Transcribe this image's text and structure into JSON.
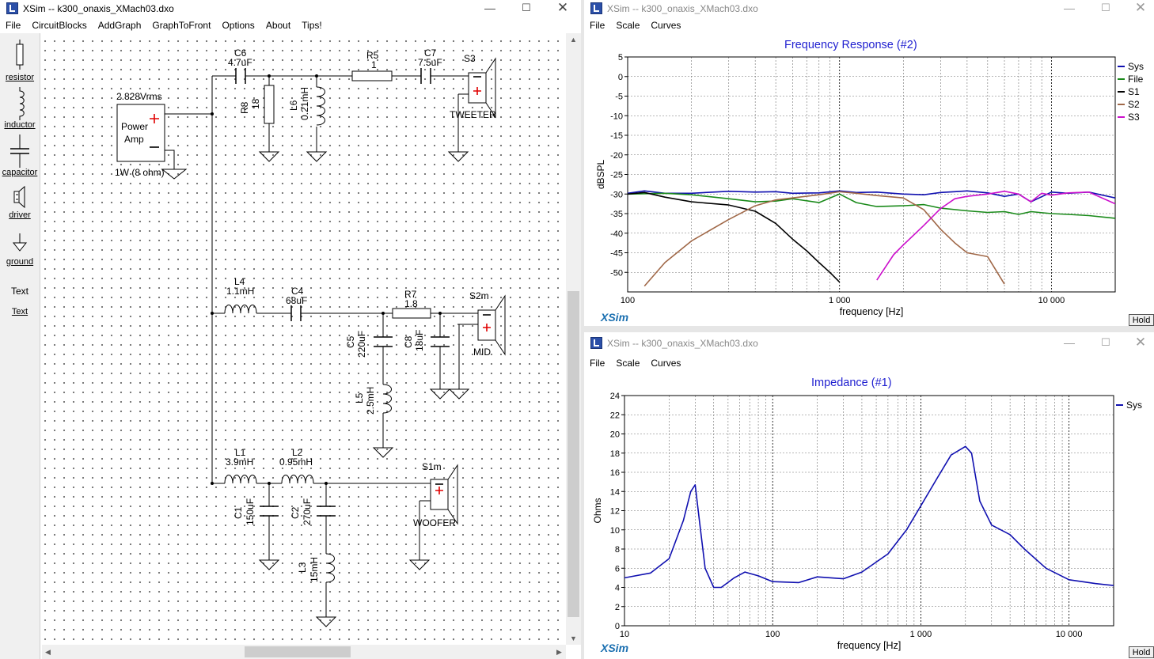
{
  "schematic": {
    "title": "XSim -- k300_onaxis_XMach03.dxo",
    "menu": [
      "File",
      "CircuitBlocks",
      "AddGraph",
      "GraphToFront",
      "Options",
      "About",
      "Tips!"
    ],
    "tools": [
      "resistor",
      "inductor",
      "capacitor",
      "driver",
      "ground",
      "Text"
    ],
    "source": {
      "voltage": "2.828Vrms",
      "line1": "Power",
      "line2": "Amp",
      "rating": "1W (8 ohm)"
    },
    "labels": {
      "C6": "C6",
      "C6v": "4.7uF",
      "R5": "R5",
      "R5v": "1",
      "C7": "C7",
      "C7v": "7.5uF",
      "S3": "S3",
      "tweeter": "TWEETER",
      "R8": "R8",
      "R8v": "18",
      "L6": "L6",
      "L6v": "0.21mH",
      "L4": "L4",
      "L4v": "1.1mH",
      "C4": "C4",
      "C4v": "68uF",
      "R7": "R7",
      "R7v": "1.8",
      "S2m": "S2m",
      "mid": "MID",
      "C5": "C5",
      "C5v": "220uF",
      "C8": "C8",
      "C8v": "18uF",
      "L5": "L5",
      "L5v": "2.5mH",
      "L1": "L1",
      "L1v": "3.9mH",
      "L2": "L2",
      "L2v": "0.95mH",
      "S1m": "S1m",
      "woofer": "WOOFER",
      "C1": "C1",
      "C1v": "150uF",
      "C2": "C2",
      "C2v": "270uF",
      "L3": "L3",
      "L3v": "15mH"
    }
  },
  "freq_window": {
    "title": "XSim -- k300_onaxis_XMach03.dxo",
    "menu": [
      "File",
      "Scale",
      "Curves"
    ],
    "graph_title": "Frequency Response (#2)",
    "brand": "XSim",
    "hold": "Hold"
  },
  "imp_window": {
    "title": "XSim -- k300_onaxis_XMach03.dxo",
    "menu": [
      "File",
      "Scale",
      "Curves"
    ],
    "graph_title": "Impedance (#1)",
    "brand": "XSim",
    "hold": "Hold"
  },
  "chart_data": [
    {
      "type": "line",
      "title": "Frequency Response (#2)",
      "xlabel": "frequency [Hz]",
      "ylabel": "dBSPL",
      "x_scale": "log",
      "xlim": [
        100,
        20000
      ],
      "ylim": [
        -55,
        5
      ],
      "x_ticks": [
        100,
        1000,
        10000
      ],
      "x_tick_labels": [
        "100",
        "1 000",
        "10 000"
      ],
      "y_ticks": [
        5,
        0,
        -5,
        -10,
        -15,
        -20,
        -25,
        -30,
        -35,
        -40,
        -45,
        -50
      ],
      "grid": true,
      "legend": "right",
      "series": [
        {
          "name": "Sys",
          "color": "#1010b0",
          "x": [
            100,
            120,
            150,
            200,
            300,
            400,
            500,
            600,
            800,
            1000,
            1200,
            1500,
            2000,
            2500,
            3000,
            3500,
            4000,
            5000,
            6000,
            7000,
            8000,
            10000,
            12000,
            15000,
            20000
          ],
          "y": [
            -29.8,
            -29.2,
            -29.8,
            -29.8,
            -29.3,
            -29.5,
            -29.4,
            -29.8,
            -29.7,
            -29.2,
            -29.6,
            -29.5,
            -30,
            -30.2,
            -29.6,
            -29.4,
            -29.2,
            -29.7,
            -30.6,
            -30,
            -32,
            -29.5,
            -29.8,
            -29.5,
            -31
          ]
        },
        {
          "name": "File",
          "color": "#1a8a1a",
          "x": [
            100,
            150,
            200,
            300,
            400,
            500,
            600,
            800,
            1000,
            1200,
            1500,
            2000,
            2500,
            3000,
            4000,
            5000,
            6000,
            7000,
            8000,
            10000,
            12000,
            15000,
            20000
          ],
          "y": [
            -30,
            -29.8,
            -30.2,
            -31.2,
            -32,
            -31.8,
            -31.2,
            -32.2,
            -30,
            -32.2,
            -33.2,
            -33,
            -32.7,
            -33.6,
            -34.3,
            -34.7,
            -34.5,
            -35.2,
            -34.5,
            -35,
            -35.2,
            -35.5,
            -36.2
          ]
        },
        {
          "name": "S1",
          "color": "#000000",
          "x": [
            100,
            120,
            150,
            200,
            300,
            400,
            500,
            600,
            700,
            800,
            900,
            1000
          ],
          "y": [
            -30,
            -29.6,
            -30.8,
            -32,
            -32.8,
            -34.4,
            -37.5,
            -41.5,
            -44.5,
            -47.5,
            -50,
            -52.5
          ]
        },
        {
          "name": "S2",
          "color": "#a06848",
          "x": [
            120,
            150,
            200,
            300,
            400,
            500,
            600,
            800,
            1000,
            1200,
            1500,
            2000,
            2500,
            3000,
            3500,
            4000,
            5000,
            6000
          ],
          "y": [
            -53.5,
            -47.5,
            -42,
            -36.5,
            -33,
            -31.5,
            -31,
            -30.2,
            -29.4,
            -29.8,
            -30.4,
            -31,
            -34,
            -39,
            -42.5,
            -45,
            -46,
            -53
          ]
        },
        {
          "name": "S3",
          "color": "#cc10cc",
          "x": [
            1500,
            1800,
            2000,
            2500,
            3000,
            3500,
            4000,
            5000,
            6000,
            7000,
            8000,
            9000,
            10000,
            12000,
            15000,
            20000
          ],
          "y": [
            -52,
            -45.5,
            -43,
            -38,
            -33.7,
            -31.2,
            -30.6,
            -30,
            -29.3,
            -30,
            -32,
            -29.8,
            -30.3,
            -29.7,
            -29.5,
            -32.5
          ]
        }
      ]
    },
    {
      "type": "line",
      "title": "Impedance (#1)",
      "xlabel": "frequency [Hz]",
      "ylabel": "Ohms",
      "x_scale": "log",
      "xlim": [
        10,
        20000
      ],
      "ylim": [
        0,
        24
      ],
      "x_ticks": [
        10,
        100,
        1000,
        10000
      ],
      "x_tick_labels": [
        "10",
        "100",
        "1 000",
        "10 000"
      ],
      "y_ticks": [
        0,
        2,
        4,
        6,
        8,
        10,
        12,
        14,
        16,
        18,
        20,
        22,
        24
      ],
      "grid": true,
      "legend": "right",
      "series": [
        {
          "name": "Sys",
          "color": "#1010b0",
          "x": [
            10,
            15,
            20,
            25,
            28,
            30,
            32,
            35,
            40,
            45,
            55,
            65,
            80,
            100,
            150,
            200,
            300,
            400,
            600,
            800,
            1000,
            1300,
            1600,
            2000,
            2200,
            2500,
            3000,
            4000,
            5000,
            7000,
            10000,
            15000,
            20000
          ],
          "y": [
            5,
            5.5,
            7,
            11,
            14,
            14.7,
            11,
            6,
            4,
            4,
            5,
            5.6,
            5.2,
            4.6,
            4.5,
            5.1,
            4.9,
            5.6,
            7.5,
            10,
            12.5,
            15.5,
            17.8,
            18.7,
            18,
            13,
            10.5,
            9.5,
            8,
            6,
            4.8,
            4.4,
            4.2
          ]
        }
      ]
    }
  ]
}
